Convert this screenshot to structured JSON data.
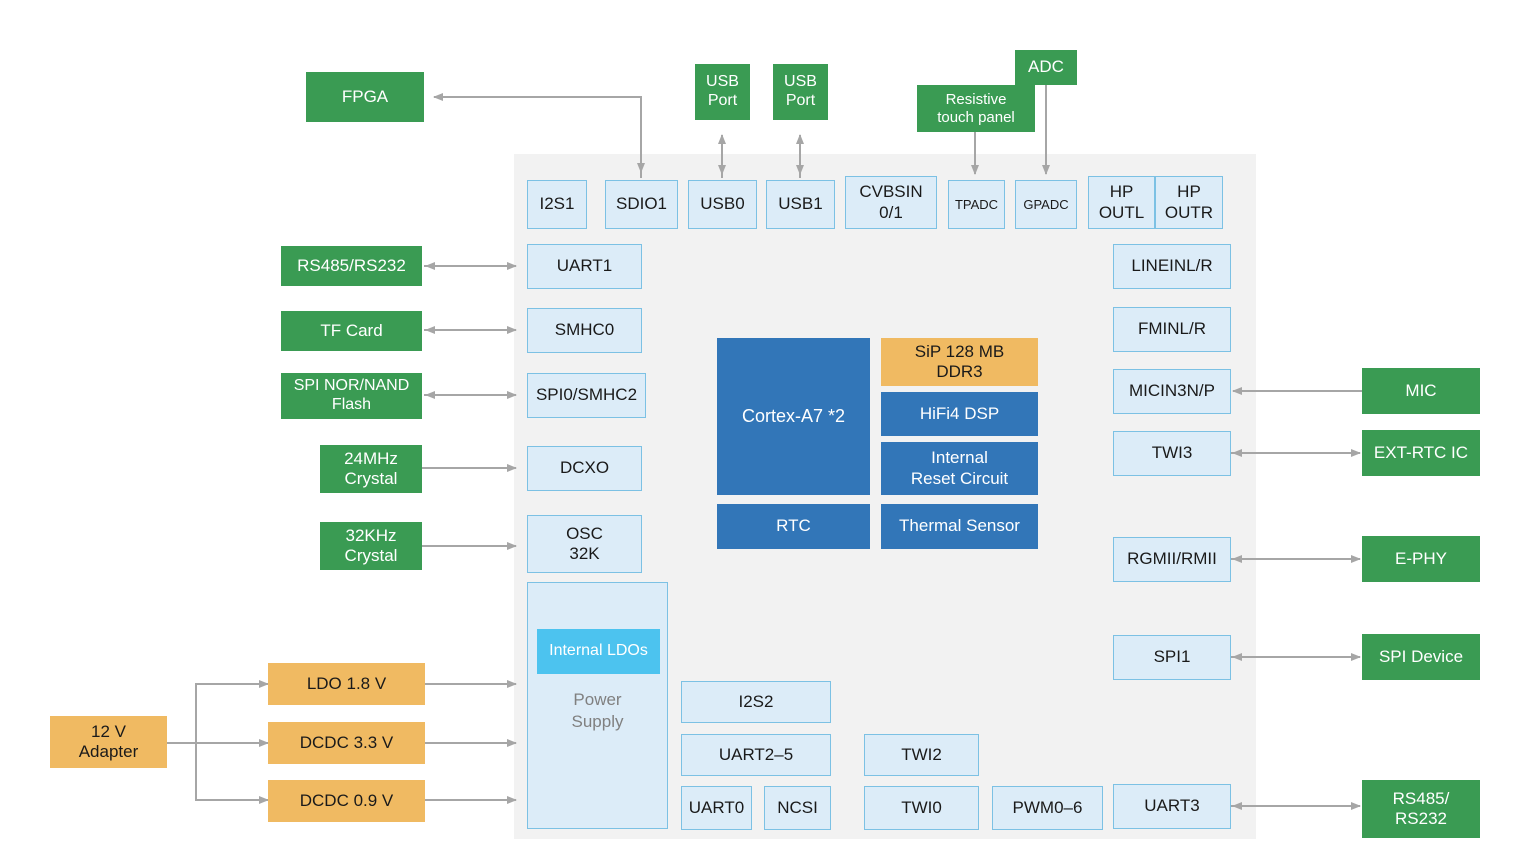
{
  "diagram": {
    "title": "SoC block diagram",
    "colors": {
      "soc_body": "#f2f2f2",
      "peripheral_fill": "#dcecf8",
      "peripheral_border": "#7cc1e4",
      "external_green": "#3a9b53",
      "power_orange": "#f0ba62",
      "core_blue": "#3276b8",
      "ldo_cyan": "#4cc3ef",
      "wire_gray": "#a6a6a6"
    }
  },
  "external_top": {
    "fpga": "FPGA",
    "usb_port_0": "USB\nPort",
    "usb_port_1": "USB\nPort",
    "resistive_touch_panel": "Resistive\ntouch panel",
    "adc": "ADC"
  },
  "external_left": {
    "rs485_rs232": "RS485/RS232",
    "tf_card": "TF Card",
    "spi_nor_nand_flash": "SPI NOR/NAND\nFlash",
    "crystal_24mhz": "24MHz\nCrystal",
    "crystal_32khz": "32KHz\nCrystal"
  },
  "external_right": {
    "mic": "MIC",
    "ext_rtc_ic": "EXT-RTC IC",
    "e_phy": "E-PHY",
    "spi_device": "SPI Device",
    "rs485_rs232": "RS485/\nRS232"
  },
  "power_chain": {
    "adapter": "12 V\nAdapter",
    "ldo_1v8": "LDO 1.8 V",
    "dcdc_3v3": "DCDC 3.3 V",
    "dcdc_0v9": "DCDC 0.9 V"
  },
  "soc": {
    "top_row": [
      {
        "label": "I2S1",
        "size": "normal"
      },
      {
        "label": "SDIO1",
        "size": "normal"
      },
      {
        "label": "USB0",
        "size": "normal"
      },
      {
        "label": "USB1",
        "size": "normal"
      },
      {
        "label": "CVBSIN\n0/1",
        "size": "normal"
      },
      {
        "label": "TPADC",
        "size": "small"
      },
      {
        "label": "GPADC",
        "size": "small"
      },
      {
        "label": "HP\nOUTL",
        "size": "normal"
      },
      {
        "label": "HP\nOUTR",
        "size": "normal"
      }
    ],
    "left_column": [
      {
        "label": "UART1"
      },
      {
        "label": "SMHC0"
      },
      {
        "label": "SPI0/SMHC2"
      },
      {
        "label": "DCXO"
      },
      {
        "label": "OSC\n32K"
      }
    ],
    "right_column": [
      {
        "label": "LINEINL/R"
      },
      {
        "label": "FMINL/R"
      },
      {
        "label": "MICIN3N/P"
      },
      {
        "label": "TWI3"
      },
      {
        "label": "RGMII/RMII"
      },
      {
        "label": "SPI1"
      },
      {
        "label": "UART3"
      }
    ],
    "core": [
      {
        "label": "Cortex-A7 *2",
        "style": "core_blue"
      },
      {
        "label": "SiP 128 MB\nDDR3",
        "style": "power_orange"
      },
      {
        "label": "HiFi4 DSP",
        "style": "core_blue"
      },
      {
        "label": "Internal\nReset Circuit",
        "style": "core_blue"
      },
      {
        "label": "RTC",
        "style": "core_blue"
      },
      {
        "label": "Thermal Sensor",
        "style": "core_blue"
      }
    ],
    "power_supply": {
      "internal_ldos": "Internal LDOs",
      "label": "Power\nSupply"
    },
    "bottom_blocks": [
      {
        "label": "I2S2"
      },
      {
        "label": "UART2–5"
      },
      {
        "label": "UART0"
      },
      {
        "label": "NCSI"
      },
      {
        "label": "TWI2"
      },
      {
        "label": "TWI0"
      },
      {
        "label": "PWM0–6"
      }
    ]
  }
}
